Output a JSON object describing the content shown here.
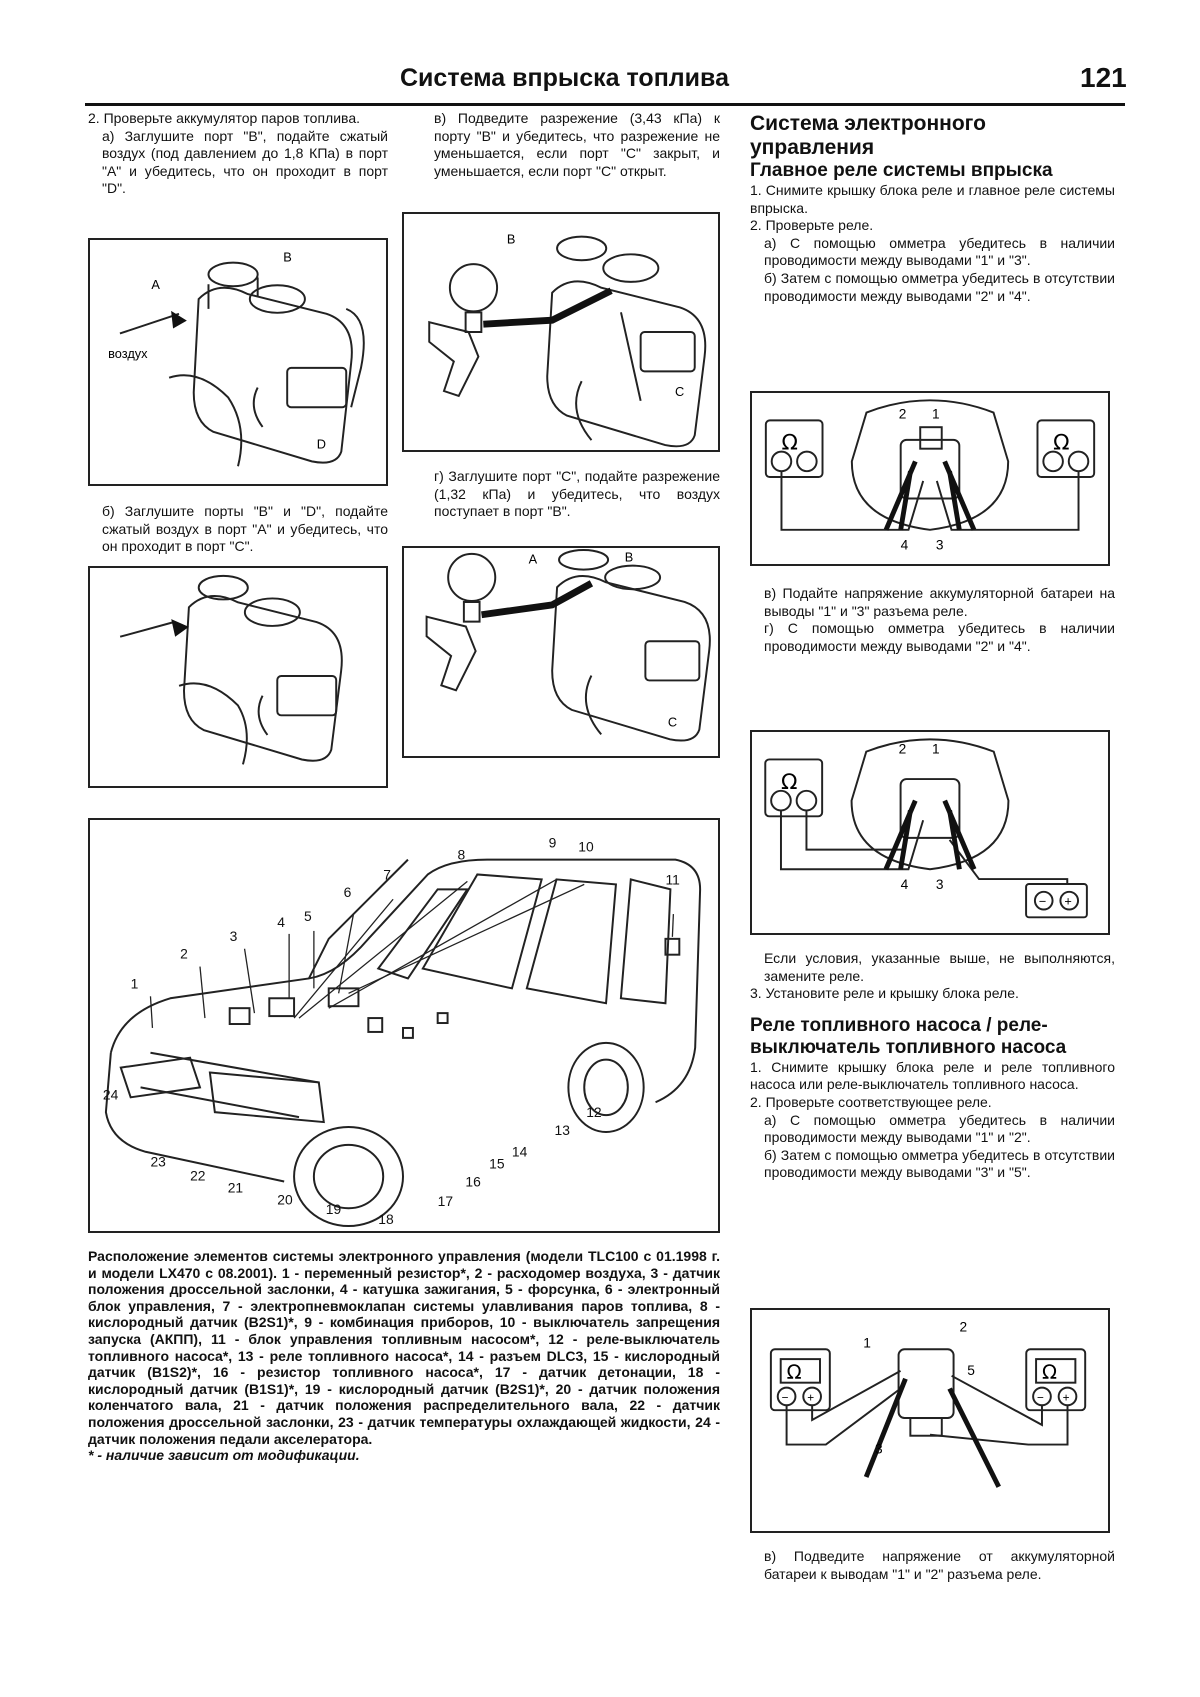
{
  "header": {
    "title": "Система впрыска топлива",
    "page_number": "121"
  },
  "left_col": {
    "p1": "2. Проверьте аккумулятор паров топлива.",
    "p1a": "а) Заглушите порт \"В\", подайте сжатый воздух (под давлением до 1,8 КПа) в порт \"А\" и убедитесь, что он проходит в порт \"D\".",
    "fig1_labels": {
      "a": "A",
      "b": "B",
      "d": "D",
      "air": "воздух"
    },
    "p1b": "б) Заглушите порты \"В\" и \"D\", подайте сжатый воздух в порт \"А\" и убедитесь, что он проходит в порт \"С\"."
  },
  "mid_col": {
    "p1c": "в) Подведите разрежение (3,43 кПа) к порту \"В\" и убедитесь, что разрежение не уменьшается, если порт \"С\" закрыт, и уменьшается, если порт \"С\" открыт.",
    "fig3_labels": {
      "b": "B",
      "c": "C"
    },
    "p1d": "г) Заглушите порт \"С\", подайте разрежение (1,32 кПа) и убедитесь, что воздух поступает в порт \"В\".",
    "fig4_labels": {
      "a": "A",
      "b": "B",
      "c": "C"
    }
  },
  "car_figure": {
    "numbers": [
      "1",
      "2",
      "3",
      "4",
      "5",
      "6",
      "7",
      "8",
      "9",
      "10",
      "11",
      "12",
      "13",
      "14",
      "15",
      "16",
      "17",
      "18",
      "19",
      "20",
      "21",
      "22",
      "23",
      "24"
    ]
  },
  "caption": {
    "text": "Расположение элементов системы электронного управления (модели TLC100 с 01.1998 г. и модели LX470 с 08.2001). 1 - переменный резистор*, 2 - расходомер воздуха, 3 - датчик положения дроссельной заслонки, 4 - катушка зажигания, 5 - форсунка, 6 - электронный блок управления, 7 - электропневмоклапан системы улавливания паров топлива, 8 - кислородный датчик (B2S1)*, 9 - комбинация приборов, 10 - выключатель запрещения запуска (АКПП), 11 - блок управления топливным насосом*, 12 - реле-выключатель топливного насоса*, 13 - реле топливного насоса*, 14 - разъем DLC3, 15 - кислородный датчик (B1S2)*, 16 - резистор топливного насоса*, 17 - датчик детонации, 18 - кислородный датчик (B1S1)*, 19 - кислородный датчик (B2S1)*, 20 - датчик положения коленчатого вала, 21 - датчик положения распределительного вала, 22 - датчик положения дроссельной заслонки, 23 - датчик температуры охлаждающей жидкости, 24 - датчик положения педали акселератора.",
    "note": "* - наличие зависит от модификации."
  },
  "right_col": {
    "section_title": "Система электронного управления",
    "sub1": "Главное реле системы впрыска",
    "r1": "1. Снимите крышку блока реле и главное реле системы впрыска.",
    "r2": "2. Проверьте реле.",
    "r2a": "а) С помощью омметра убедитесь в наличии проводимости между выводами \"1\" и \"3\".",
    "r2b": "б) Затем с помощью омметра убедитесь в отсутствии проводимости между выводами \"2\" и \"4\".",
    "relo1": {
      "n1": "1",
      "n2": "2",
      "n3": "3",
      "n4": "4",
      "ohm": "Ω"
    },
    "r2c": "в) Подайте напряжение аккумуляторной батареи на выводы \"1\" и \"3\" разъема реле.",
    "r2d": "г) С помощью омметра убедитесь в наличии проводимости между выводами \"2\" и \"4\".",
    "relo2": {
      "n1": "1",
      "n2": "2",
      "n3": "3",
      "n4": "4",
      "ohm": "Ω",
      "minus": "−",
      "plus": "+"
    },
    "r3": "Если условия, указанные выше, не выполняются, замените реле.",
    "r4": "3. Установите реле и крышку блока реле.",
    "sub2": "Реле топливного насоса / реле-выключатель топливного насоса",
    "f1": "1. Снимите крышку блока реле и реле топливного насоса или реле-выключатель топливного насоса.",
    "f2": "2. Проверьте соответствующее реле.",
    "f2a": "а) С помощью омметра убедитесь в наличии проводимости между выводами \"1\" и \"2\".",
    "f2b": "б) Затем с помощью омметра убедитесь в отсутствии проводимости между выводами \"3\" и \"5\".",
    "relo3": {
      "n1": "1",
      "n2": "2",
      "n3": "3",
      "n5": "5",
      "ohm": "Ω",
      "minus": "−",
      "plus": "+"
    },
    "f2c": "в) Подведите напряжение от аккумуляторной батареи к выводам \"1\" и \"2\" разъема реле."
  }
}
